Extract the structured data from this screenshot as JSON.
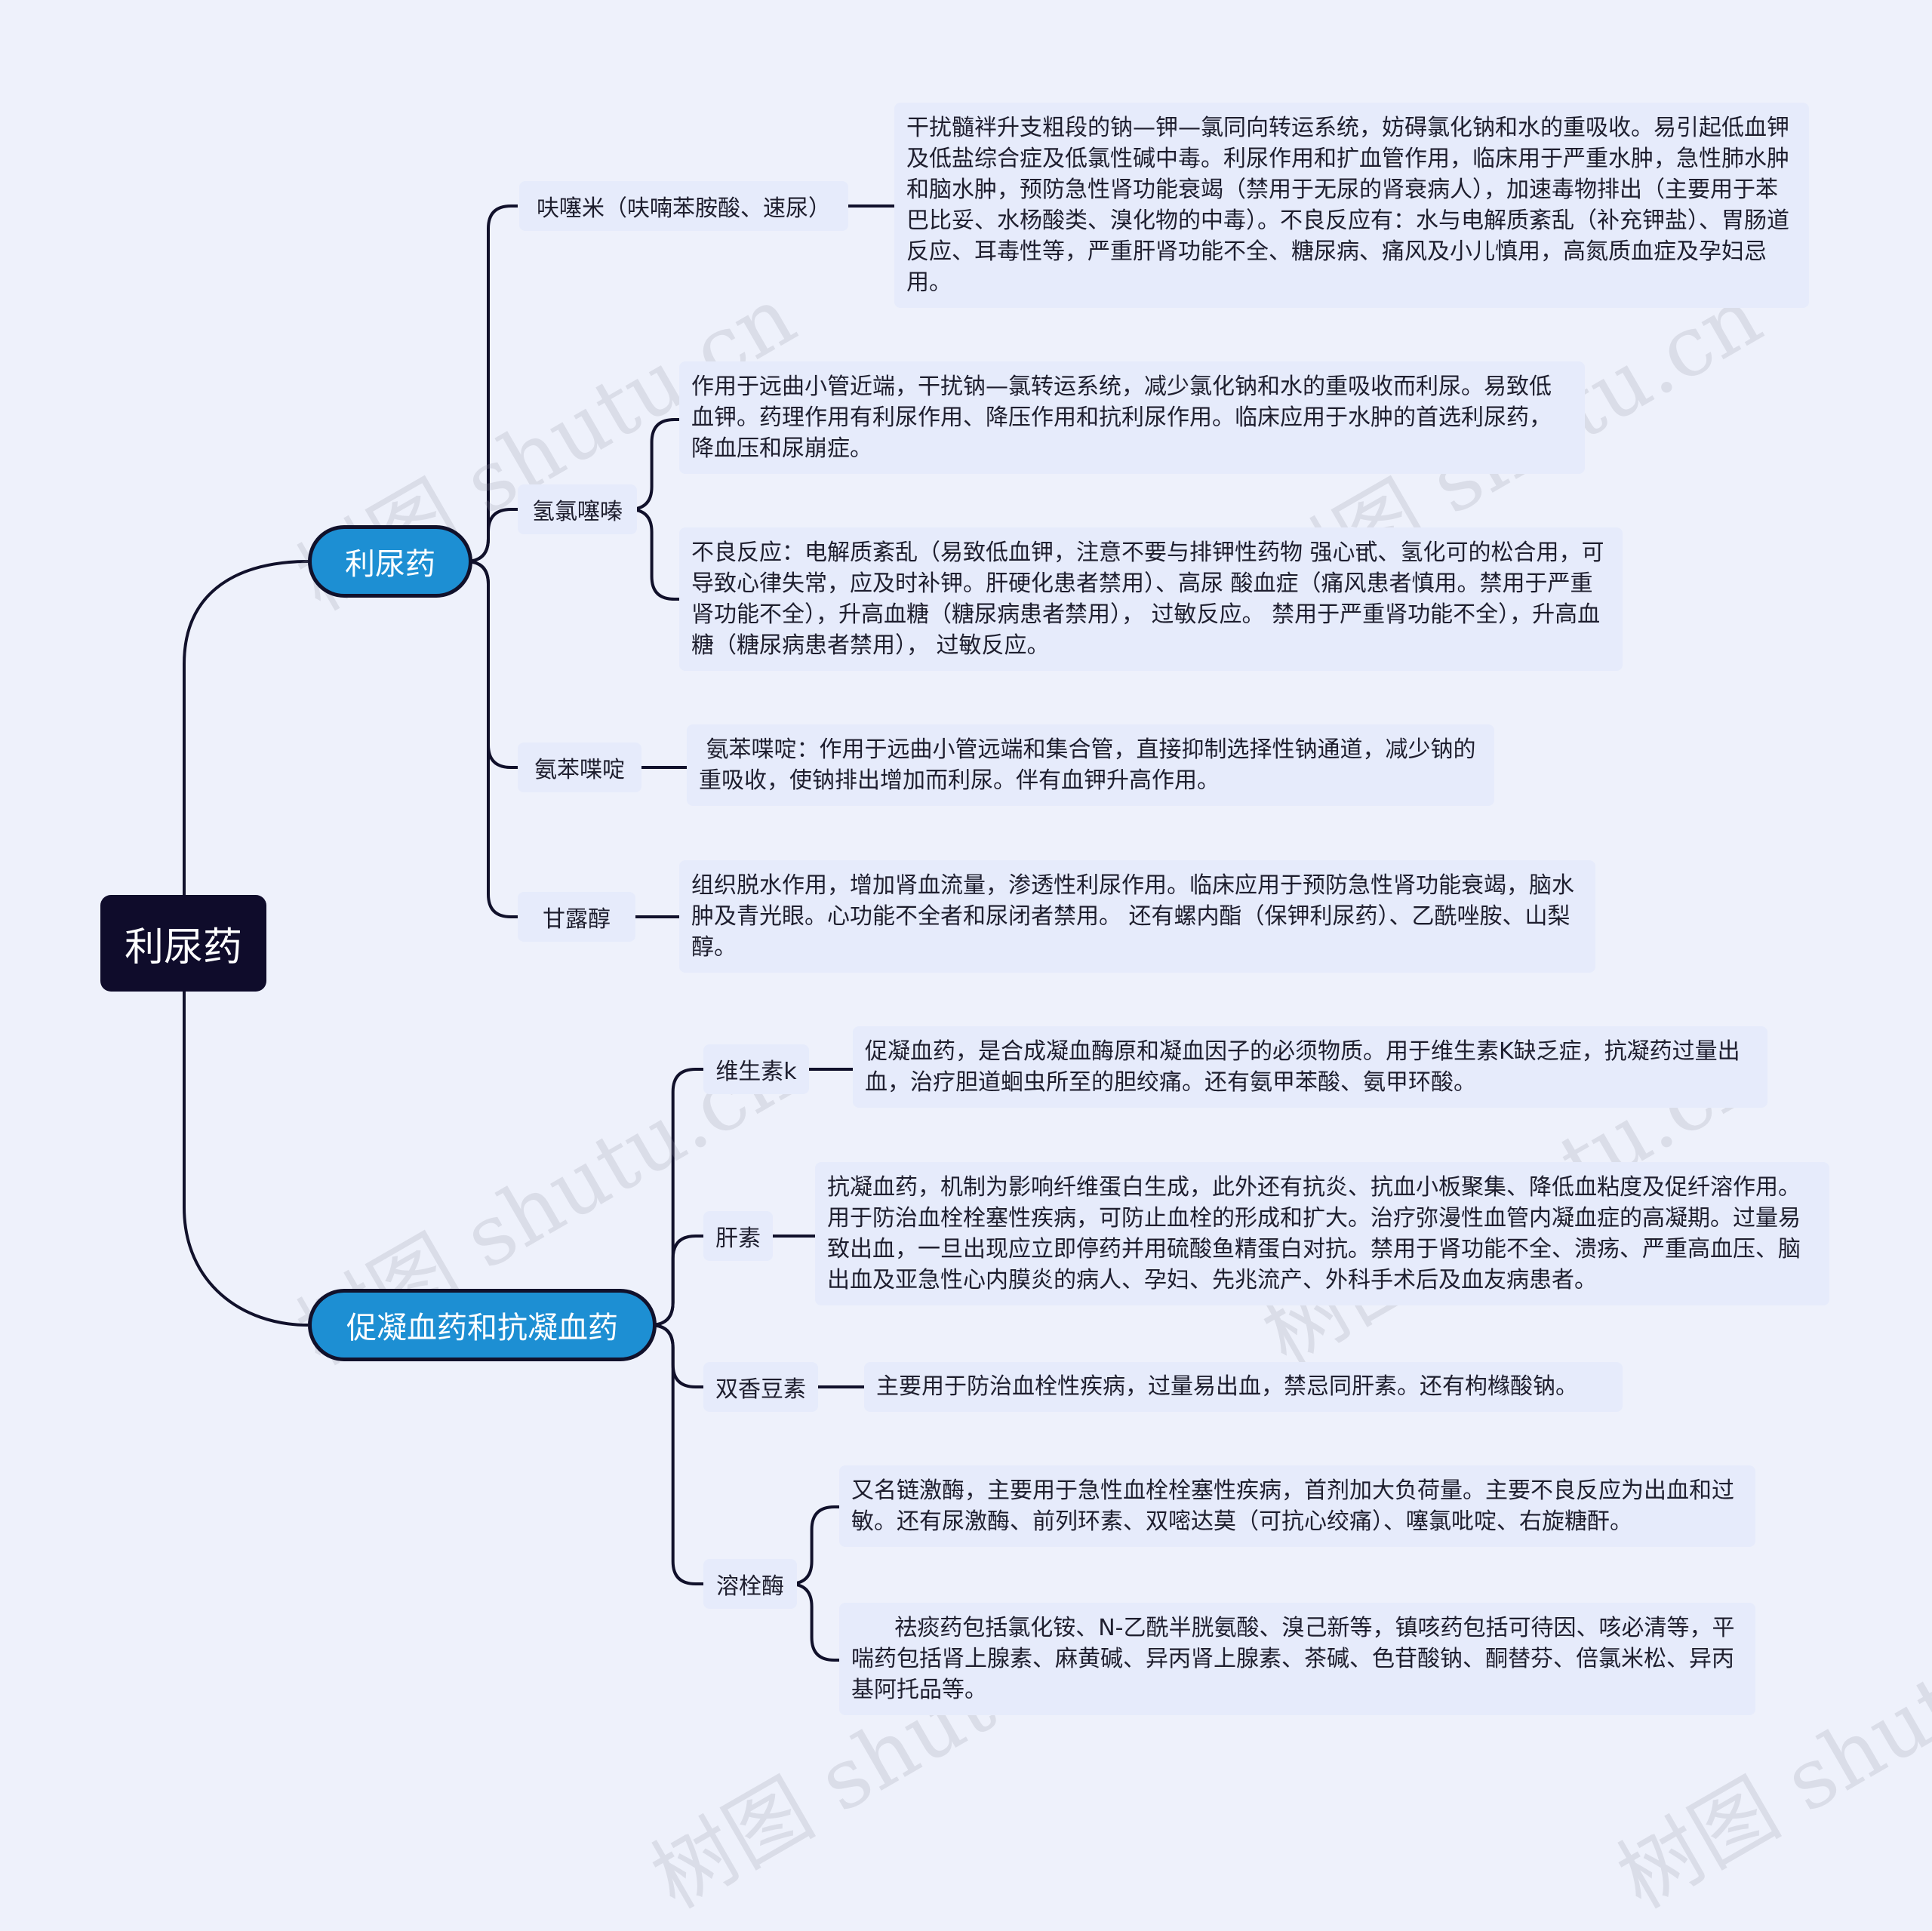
{
  "root": {
    "label": "利尿药"
  },
  "branches": [
    {
      "label": "利尿药",
      "children": [
        {
          "label": "呋噻米（呋喃苯胺酸、速尿）",
          "notes": [
            "干扰髓袢升支粗段的钠—钾—氯同向转运系统，妨碍氯化钠和水的重吸收。易引起低血钾及低盐综合症及低氯性碱中毒。利尿作用和扩血管作用，临床用于严重水肿，急性肺水肿和脑水肿，预防急性肾功能衰竭（禁用于无尿的肾衰病人），加速毒物排出（主要用于苯巴比妥、水杨酸类、溴化物的中毒）。不良反应有：水与电解质紊乱（补充钾盐）、胃肠道反应、耳毒性等，严重肝肾功能不全、糖尿病、痛风及小儿慎用，高氮质血症及孕妇忌用。"
          ]
        },
        {
          "label": "氢氯噻嗪",
          "notes": [
            "作用于远曲小管近端，干扰钠—氯转运系统，减少氯化钠和水的重吸收而利尿。易致低血钾。药理作用有利尿作用、降压作用和抗利尿作用。临床应用于水肿的首选利尿药，降血压和尿崩症。",
            "不良反应：电解质紊乱（易致低血钾，注意不要与排钾性药物 强心甙、氢化可的松合用，可导致心律失常，应及时补钾。肝硬化患者禁用）、高尿 酸血症（痛风患者慎用。禁用于严重肾功能不全），升高血糖（糖尿病患者禁用）， 过敏反应。 禁用于严重肾功能不全），升高血糖（糖尿病患者禁用）， 过敏反应。"
          ]
        },
        {
          "label": "氨苯喋啶",
          "notes": [
            " 氨苯喋啶：作用于远曲小管远端和集合管，直接抑制选择性钠通道，减少钠的重吸收，使钠排出增加而利尿。伴有血钾升高作用。"
          ]
        },
        {
          "label": "甘露醇",
          "notes": [
            "组织脱水作用，增加肾血流量，渗透性利尿作用。临床应用于预防急性肾功能衰竭，脑水肿及青光眼。心功能不全者和尿闭者禁用。 还有螺内酯（保钾利尿药）、乙酰唑胺、山梨醇。"
          ]
        }
      ]
    },
    {
      "label": "促凝血药和抗凝血药",
      "children": [
        {
          "label": "维生素k",
          "notes": [
            "促凝血药，是合成凝血酶原和凝血因子的必须物质。用于维生素K缺乏症，抗凝药过量出血，治疗胆道蛔虫所至的胆绞痛。还有氨甲苯酸、氨甲环酸。"
          ]
        },
        {
          "label": "肝素",
          "notes": [
            "抗凝血药，机制为影响纤维蛋白生成，此外还有抗炎、抗血小板聚集、降低血粘度及促纤溶作用。用于防治血栓栓塞性疾病，可防止血栓的形成和扩大。治疗弥漫性血管内凝血症的高凝期。过量易致出血，一旦出现应立即停药并用硫酸鱼精蛋白对抗。禁用于肾功能不全、溃疡、严重高血压、脑出血及亚急性心内膜炎的病人、孕妇、先兆流产、外科手术后及血友病患者。"
          ]
        },
        {
          "label": "双香豆素",
          "notes": [
            "主要用于防治血栓性疾病，过量易出血，禁忌同肝素。还有枸橼酸钠。"
          ]
        },
        {
          "label": "溶栓酶",
          "notes": [
            "又名链激酶，主要用于急性血栓栓塞性疾病，首剂加大负荷量。主要不良反应为出血和过敏。还有尿激酶、前列环素、双嘧达莫（可抗心绞痛）、噻氯吡啶、右旋糖酐。",
            "      祛痰药包括氯化铵、N-乙酰半胱氨酸、溴己新等，镇咳药包括可待因、咳必清等，平喘药包括肾上腺素、麻黄碱、异丙肾上腺素、茶碱、色苷酸钠、酮替芬、倍氯米松、异丙基阿托品等。"
          ]
        }
      ]
    }
  ],
  "watermark": "树图 shutu.cn",
  "colors": {
    "background": "#eef1fb",
    "root": "#0f0c2b",
    "branch": "#1d8fd3",
    "node": "#e6ebfb",
    "line": "#11112b"
  }
}
